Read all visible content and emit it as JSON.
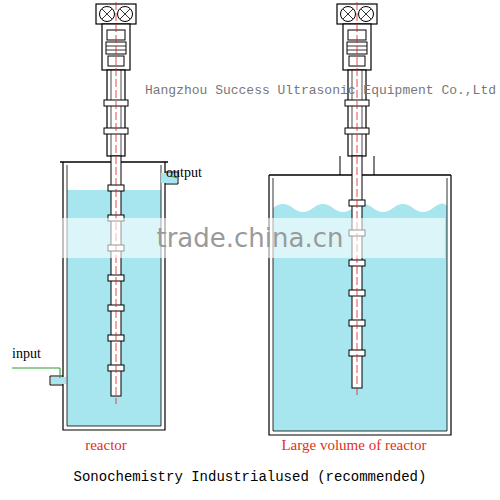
{
  "diagram": {
    "caption": "Sonochemistry Industrialused (recommended)",
    "labels": [
      "Hangzhou Success Ultrasonic Equipment Co.,Ltd",
      "trade.china.cn",
      "output",
      "input",
      "reactor",
      "Large volume of reactor"
    ]
  }
}
